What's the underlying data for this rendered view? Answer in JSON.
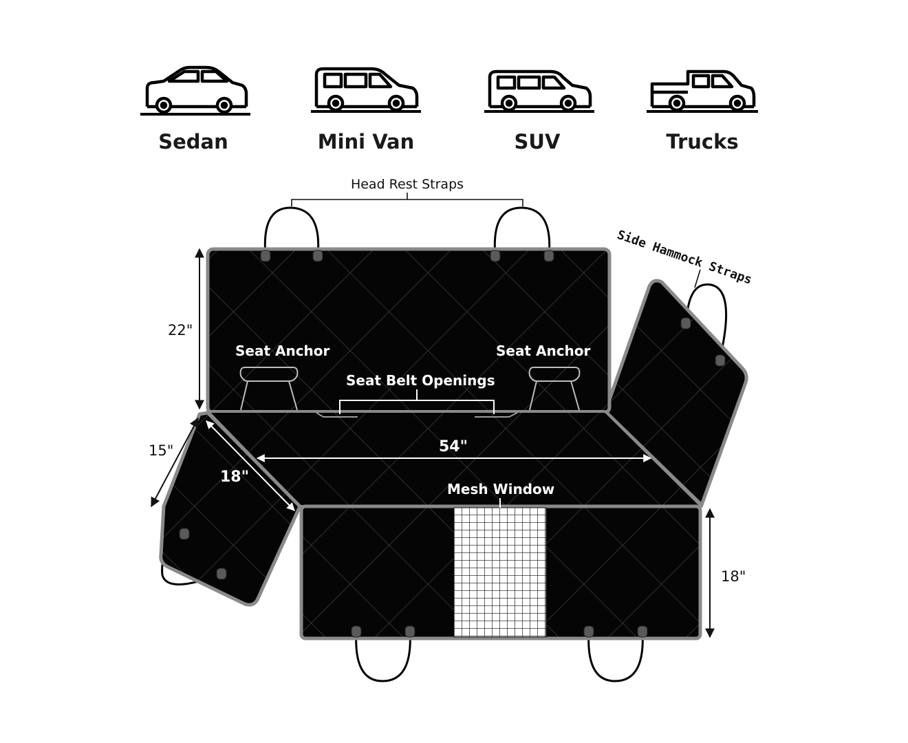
{
  "vehicles": [
    {
      "label": "Sedan",
      "icon": "sedan-icon"
    },
    {
      "label": "Mini Van",
      "icon": "minivan-icon"
    },
    {
      "label": "SUV",
      "icon": "suv-icon"
    },
    {
      "label": "Trucks",
      "icon": "truck-icon"
    }
  ],
  "labels": {
    "head_rest_straps": "Head Rest Straps",
    "side_hammock_straps": "Side Hammock Straps",
    "seat_anchor_left": "Seat Anchor",
    "seat_anchor_right": "Seat Anchor",
    "seat_belt_openings": "Seat Belt Openings",
    "mesh_window": "Mesh Window"
  },
  "dimensions": {
    "back_height": "22\"",
    "flap_length": "15\"",
    "flap_width": "18\"",
    "seat_width": "54\"",
    "front_height": "18\""
  },
  "colors": {
    "fabric": "#050505",
    "edge": "#8a8a8a",
    "quilt": "#3a3a3a",
    "mesh": "#ffffff"
  }
}
